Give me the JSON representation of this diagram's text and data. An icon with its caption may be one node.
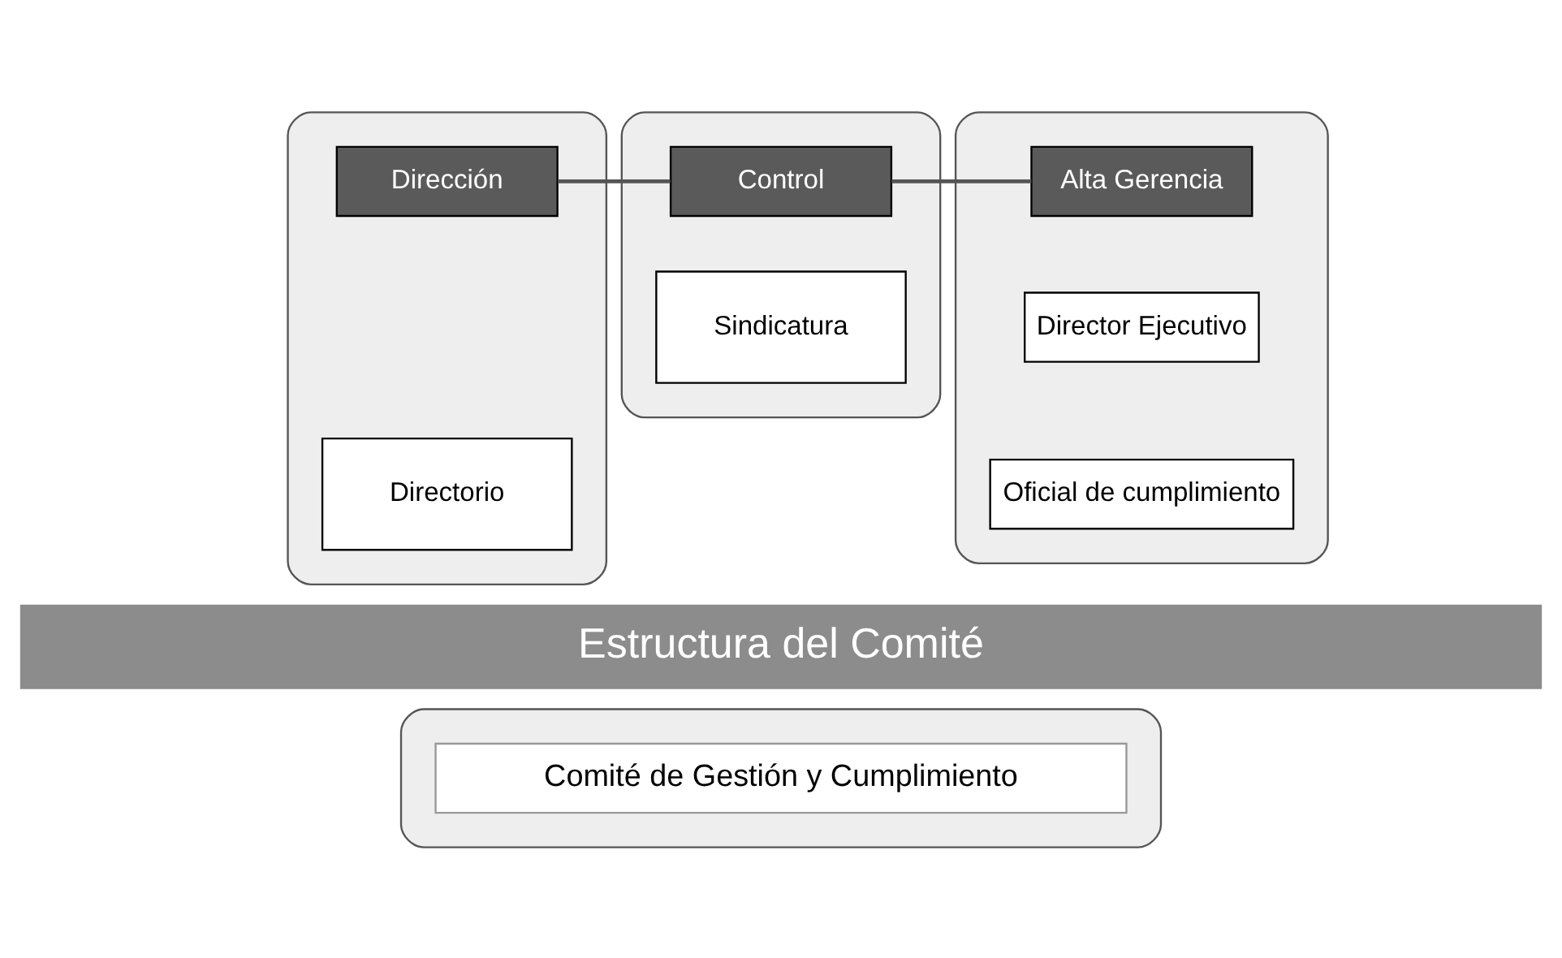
{
  "diagram": {
    "nodes": [
      {
        "text": [],
        "shape": "box"
      },
      {
        "text": [
          "Dirección"
        ],
        "in": 0
      },
      {
        "text": [
          "Directorio"
        ],
        "in": 0
      },
      {
        "text": [],
        "shape": "box"
      },
      {
        "text": [
          "Control"
        ],
        "in": 3
      },
      {
        "text": [
          "Sindicatura"
        ],
        "in": 3
      },
      {
        "text": [],
        "shape": "box"
      },
      {
        "text": [
          "Alta Gerencia"
        ],
        "in": 6
      },
      {
        "text": [
          "Director Ejecutivo"
        ],
        "in": 6
      },
      {
        "text": [
          "Oficial de cumplimiento"
        ],
        "in": 6
      },
      {
        "text": [
          "Estructura del Comité"
        ]
      },
      {
        "text": [],
        "shape": "box"
      },
      {
        "text": [
          "Comité de Gestión y Cumplimiento"
        ],
        "in": 11
      }
    ],
    "edges": [
      {
        "from": 1,
        "to": 4,
        "arrow": "none"
      },
      {
        "from": 4,
        "to": 7,
        "arrow": "none"
      }
    ]
  }
}
